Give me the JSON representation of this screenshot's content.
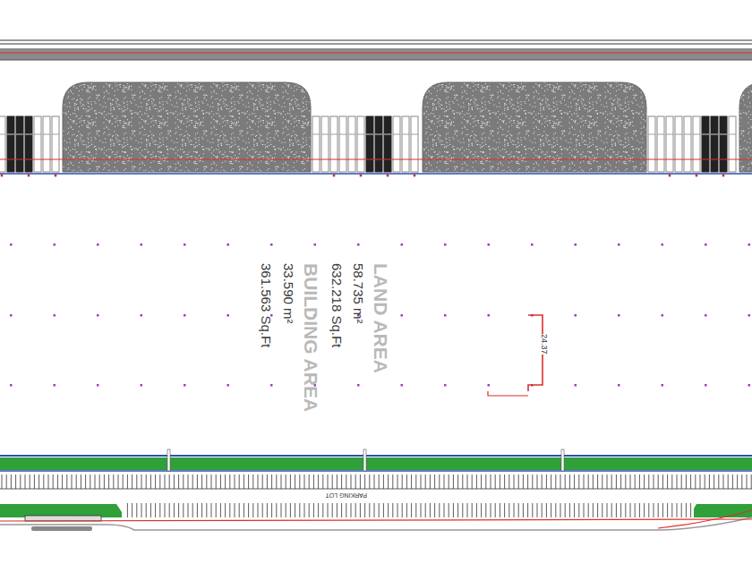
{
  "diagram": {
    "labels": [
      "LAND AREA",
      "58.735 m²",
      "632.218 Sq.Ft",
      "BUILDING AREA",
      "33.590 m²",
      "361.563 Sq.Ft",
      "24.37",
      "PARKING LOT"
    ]
  }
}
